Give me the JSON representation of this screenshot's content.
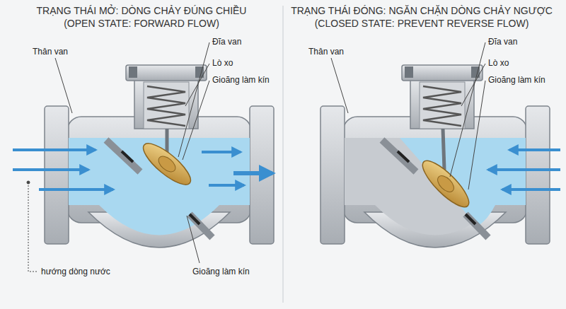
{
  "diagram": {
    "labels": [
      "TRẠNG THÁI MỞ: DÒNG CHẢY ĐÚNG CHIỀU",
      "(OPEN STATE: FORWARD FLOW)",
      "TRẠNG THÁI ĐÓNG: NGĂN CHẶN DÒNG CHẢY NGƯỢC",
      "(CLOSED STATE: PREVENT REVERSE FLOW)",
      "Thân van",
      "Đĩa van",
      "Lò xo",
      "Gioăng làm kín",
      "hướng dòng nước",
      "Gioăng làm kín",
      "Thân van",
      "Đĩa van",
      "Lò xo",
      "Gioăng làm kín"
    ]
  }
}
